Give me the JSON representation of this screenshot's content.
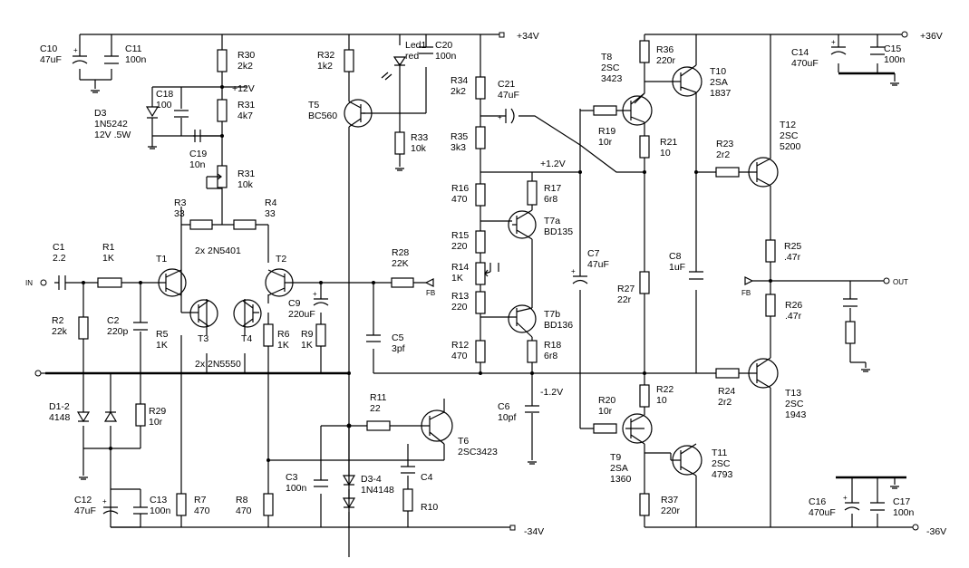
{
  "rails": {
    "pos34": "+34V",
    "neg34": "-34V",
    "pos36": "+36V",
    "neg36": "-36V",
    "pos12": "+12V",
    "pos1v2": "+1.2V",
    "neg1v2": "-1.2V"
  },
  "ports": {
    "in": "IN",
    "out": "OUT",
    "fb": "FB"
  },
  "components": [
    {
      "id": "c10",
      "l1": "C10",
      "l2": "47uF"
    },
    {
      "id": "c11",
      "l1": "C11",
      "l2": "100n"
    },
    {
      "id": "r30",
      "l1": "R30",
      "l2": "2k2"
    },
    {
      "id": "r32",
      "l1": "R32",
      "l2": "1k2"
    },
    {
      "id": "led1",
      "l1": "Led1",
      "l2": "red"
    },
    {
      "id": "c20",
      "l1": "C20",
      "l2": "100n"
    },
    {
      "id": "r34",
      "l1": "R34",
      "l2": "2k2"
    },
    {
      "id": "c21",
      "l1": "C21",
      "l2": "47uF"
    },
    {
      "id": "t8",
      "l1": "T8",
      "l2": "2SC",
      "l3": "3423"
    },
    {
      "id": "r36",
      "l1": "R36",
      "l2": "220r"
    },
    {
      "id": "t10",
      "l1": "T10",
      "l2": "2SA",
      "l3": "1837"
    },
    {
      "id": "c14",
      "l1": "C14",
      "l2": "470uF"
    },
    {
      "id": "c15",
      "l1": "C15",
      "l2": "100n"
    },
    {
      "id": "c18",
      "l1": "C18",
      "l2": "100"
    },
    {
      "id": "d3",
      "l1": "D3",
      "l2": "1N5242",
      "l3": "12V .5W"
    },
    {
      "id": "r31a",
      "l1": "R31",
      "l2": "4k7"
    },
    {
      "id": "t5",
      "l1": "T5",
      "l2": "BC560"
    },
    {
      "id": "r33",
      "l1": "R33",
      "l2": "10k"
    },
    {
      "id": "r35",
      "l1": "R35",
      "l2": "3k3"
    },
    {
      "id": "r19",
      "l1": "R19",
      "l2": "10r"
    },
    {
      "id": "r21",
      "l1": "R21",
      "l2": "10"
    },
    {
      "id": "r23",
      "l1": "R23",
      "l2": "2r2"
    },
    {
      "id": "t12",
      "l1": "T12",
      "l2": "2SC",
      "l3": "5200"
    },
    {
      "id": "c19",
      "l1": "C19",
      "l2": "10n"
    },
    {
      "id": "r31b",
      "l1": "R31",
      "l2": "10k"
    },
    {
      "id": "r16",
      "l1": "R16",
      "l2": "470"
    },
    {
      "id": "r17",
      "l1": "R17",
      "l2": "6r8"
    },
    {
      "id": "r3",
      "l1": "R3",
      "l2": "33"
    },
    {
      "id": "r4",
      "l1": "R4",
      "l2": "33"
    },
    {
      "id": "t7a",
      "l1": "T7a",
      "l2": "BD135"
    },
    {
      "id": "q2n5401",
      "l1": "2x 2N5401"
    },
    {
      "id": "r15",
      "l1": "R15",
      "l2": "220"
    },
    {
      "id": "c7",
      "l1": "C7",
      "l2": "47uF"
    },
    {
      "id": "c8",
      "l1": "C8",
      "l2": "1uF"
    },
    {
      "id": "r25",
      "l1": "R25",
      "l2": ".47r"
    },
    {
      "id": "c1",
      "l1": "C1",
      "l2": "2.2"
    },
    {
      "id": "r1",
      "l1": "R1",
      "l2": "1K"
    },
    {
      "id": "t1",
      "l1": "T1"
    },
    {
      "id": "t2",
      "l1": "T2"
    },
    {
      "id": "r28",
      "l1": "R28",
      "l2": "22K"
    },
    {
      "id": "r14",
      "l1": "R14",
      "l2": "1K"
    },
    {
      "id": "r27",
      "l1": "R27",
      "l2": "22r"
    },
    {
      "id": "r13",
      "l1": "R13",
      "l2": "220"
    },
    {
      "id": "c9",
      "l1": "C9",
      "l2": "220uF"
    },
    {
      "id": "r26",
      "l1": "R26",
      "l2": ".47r"
    },
    {
      "id": "r2",
      "l1": "R2",
      "l2": "22k"
    },
    {
      "id": "c2",
      "l1": "C2",
      "l2": "220p"
    },
    {
      "id": "r5",
      "l1": "R5",
      "l2": "1K"
    },
    {
      "id": "t3",
      "l1": "T3"
    },
    {
      "id": "t4",
      "l1": "T4"
    },
    {
      "id": "r6",
      "l1": "R6",
      "l2": "1K"
    },
    {
      "id": "r9",
      "l1": "R9",
      "l2": "1K"
    },
    {
      "id": "c5",
      "l1": "C5",
      "l2": "3pf"
    },
    {
      "id": "t7b",
      "l1": "T7b",
      "l2": "BD136"
    },
    {
      "id": "r12",
      "l1": "R12",
      "l2": "470"
    },
    {
      "id": "r18",
      "l1": "R18",
      "l2": "6r8"
    },
    {
      "id": "q2n5550",
      "l1": "2x 2N5550"
    },
    {
      "id": "r22",
      "l1": "R22",
      "l2": "10"
    },
    {
      "id": "r24",
      "l1": "R24",
      "l2": "2r2"
    },
    {
      "id": "t13",
      "l1": "T13",
      "l2": "2SC",
      "l3": "1943"
    },
    {
      "id": "d12",
      "l1": "D1-2",
      "l2": "4148"
    },
    {
      "id": "r29",
      "l1": "R29",
      "l2": "10r"
    },
    {
      "id": "r11",
      "l1": "R11",
      "l2": "22"
    },
    {
      "id": "c6",
      "l1": "C6",
      "l2": "10pf"
    },
    {
      "id": "r20",
      "l1": "R20",
      "l2": "10r"
    },
    {
      "id": "t6",
      "l1": "T6",
      "l2": "2SC3423"
    },
    {
      "id": "t9",
      "l1": "T9",
      "l2": "2SA",
      "l3": "1360"
    },
    {
      "id": "t11",
      "l1": "T11",
      "l2": "2SC",
      "l3": "4793"
    },
    {
      "id": "c3",
      "l1": "C3",
      "l2": "100n"
    },
    {
      "id": "d34",
      "l1": "D3-4",
      "l2": "1N4148"
    },
    {
      "id": "c4",
      "l1": "C4"
    },
    {
      "id": "c12",
      "l1": "C12",
      "l2": "47uF"
    },
    {
      "id": "c13",
      "l1": "C13",
      "l2": "100n"
    },
    {
      "id": "r7",
      "l1": "R7",
      "l2": "470"
    },
    {
      "id": "r8",
      "l1": "R8",
      "l2": "470"
    },
    {
      "id": "r10",
      "l1": "R10"
    },
    {
      "id": "r37",
      "l1": "R37",
      "l2": "220r"
    },
    {
      "id": "c16",
      "l1": "C16",
      "l2": "470uF"
    },
    {
      "id": "c17",
      "l1": "C17",
      "l2": "100n"
    }
  ]
}
